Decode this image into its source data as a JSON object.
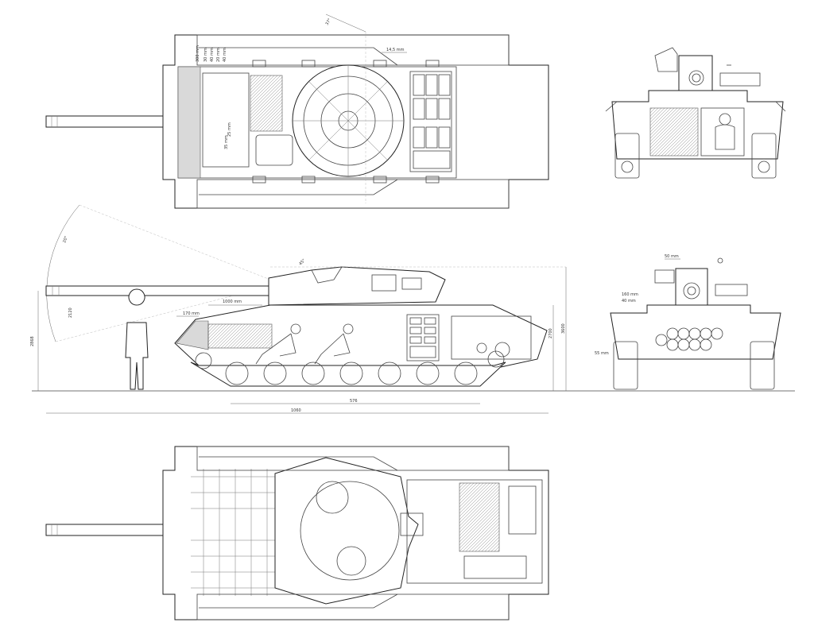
{
  "dimensions": {
    "top_view": {
      "angle": "37°",
      "distance": "14,5 mm",
      "offsets": [
        "300 mm",
        "30 mm",
        "40 mm",
        "20 mm",
        "40 mm"
      ],
      "small_a": "25 mm",
      "small_b": "35 mm"
    },
    "side_view": {
      "elevation_angle": "20°",
      "barrel_length": "1000 mm",
      "muzzle_offset": "170 mm",
      "hull_height": "2700",
      "total_height": "3600",
      "ground_clear": "2120",
      "turret_angle": "45°",
      "left_height": "2868",
      "track_length": "576",
      "overall_length": "1060"
    },
    "front_view": {
      "top_dim": "50 mm",
      "side_a": "160 mm",
      "side_b": "40 mm",
      "side_c": "55 mm"
    }
  },
  "labels": {
    "top_view": "top-view-plan",
    "side_view": "side-view-cutaway",
    "rear_view": "rear-view-section",
    "front_view": "front-view-section",
    "bottom_view": "turret-top-plan"
  }
}
